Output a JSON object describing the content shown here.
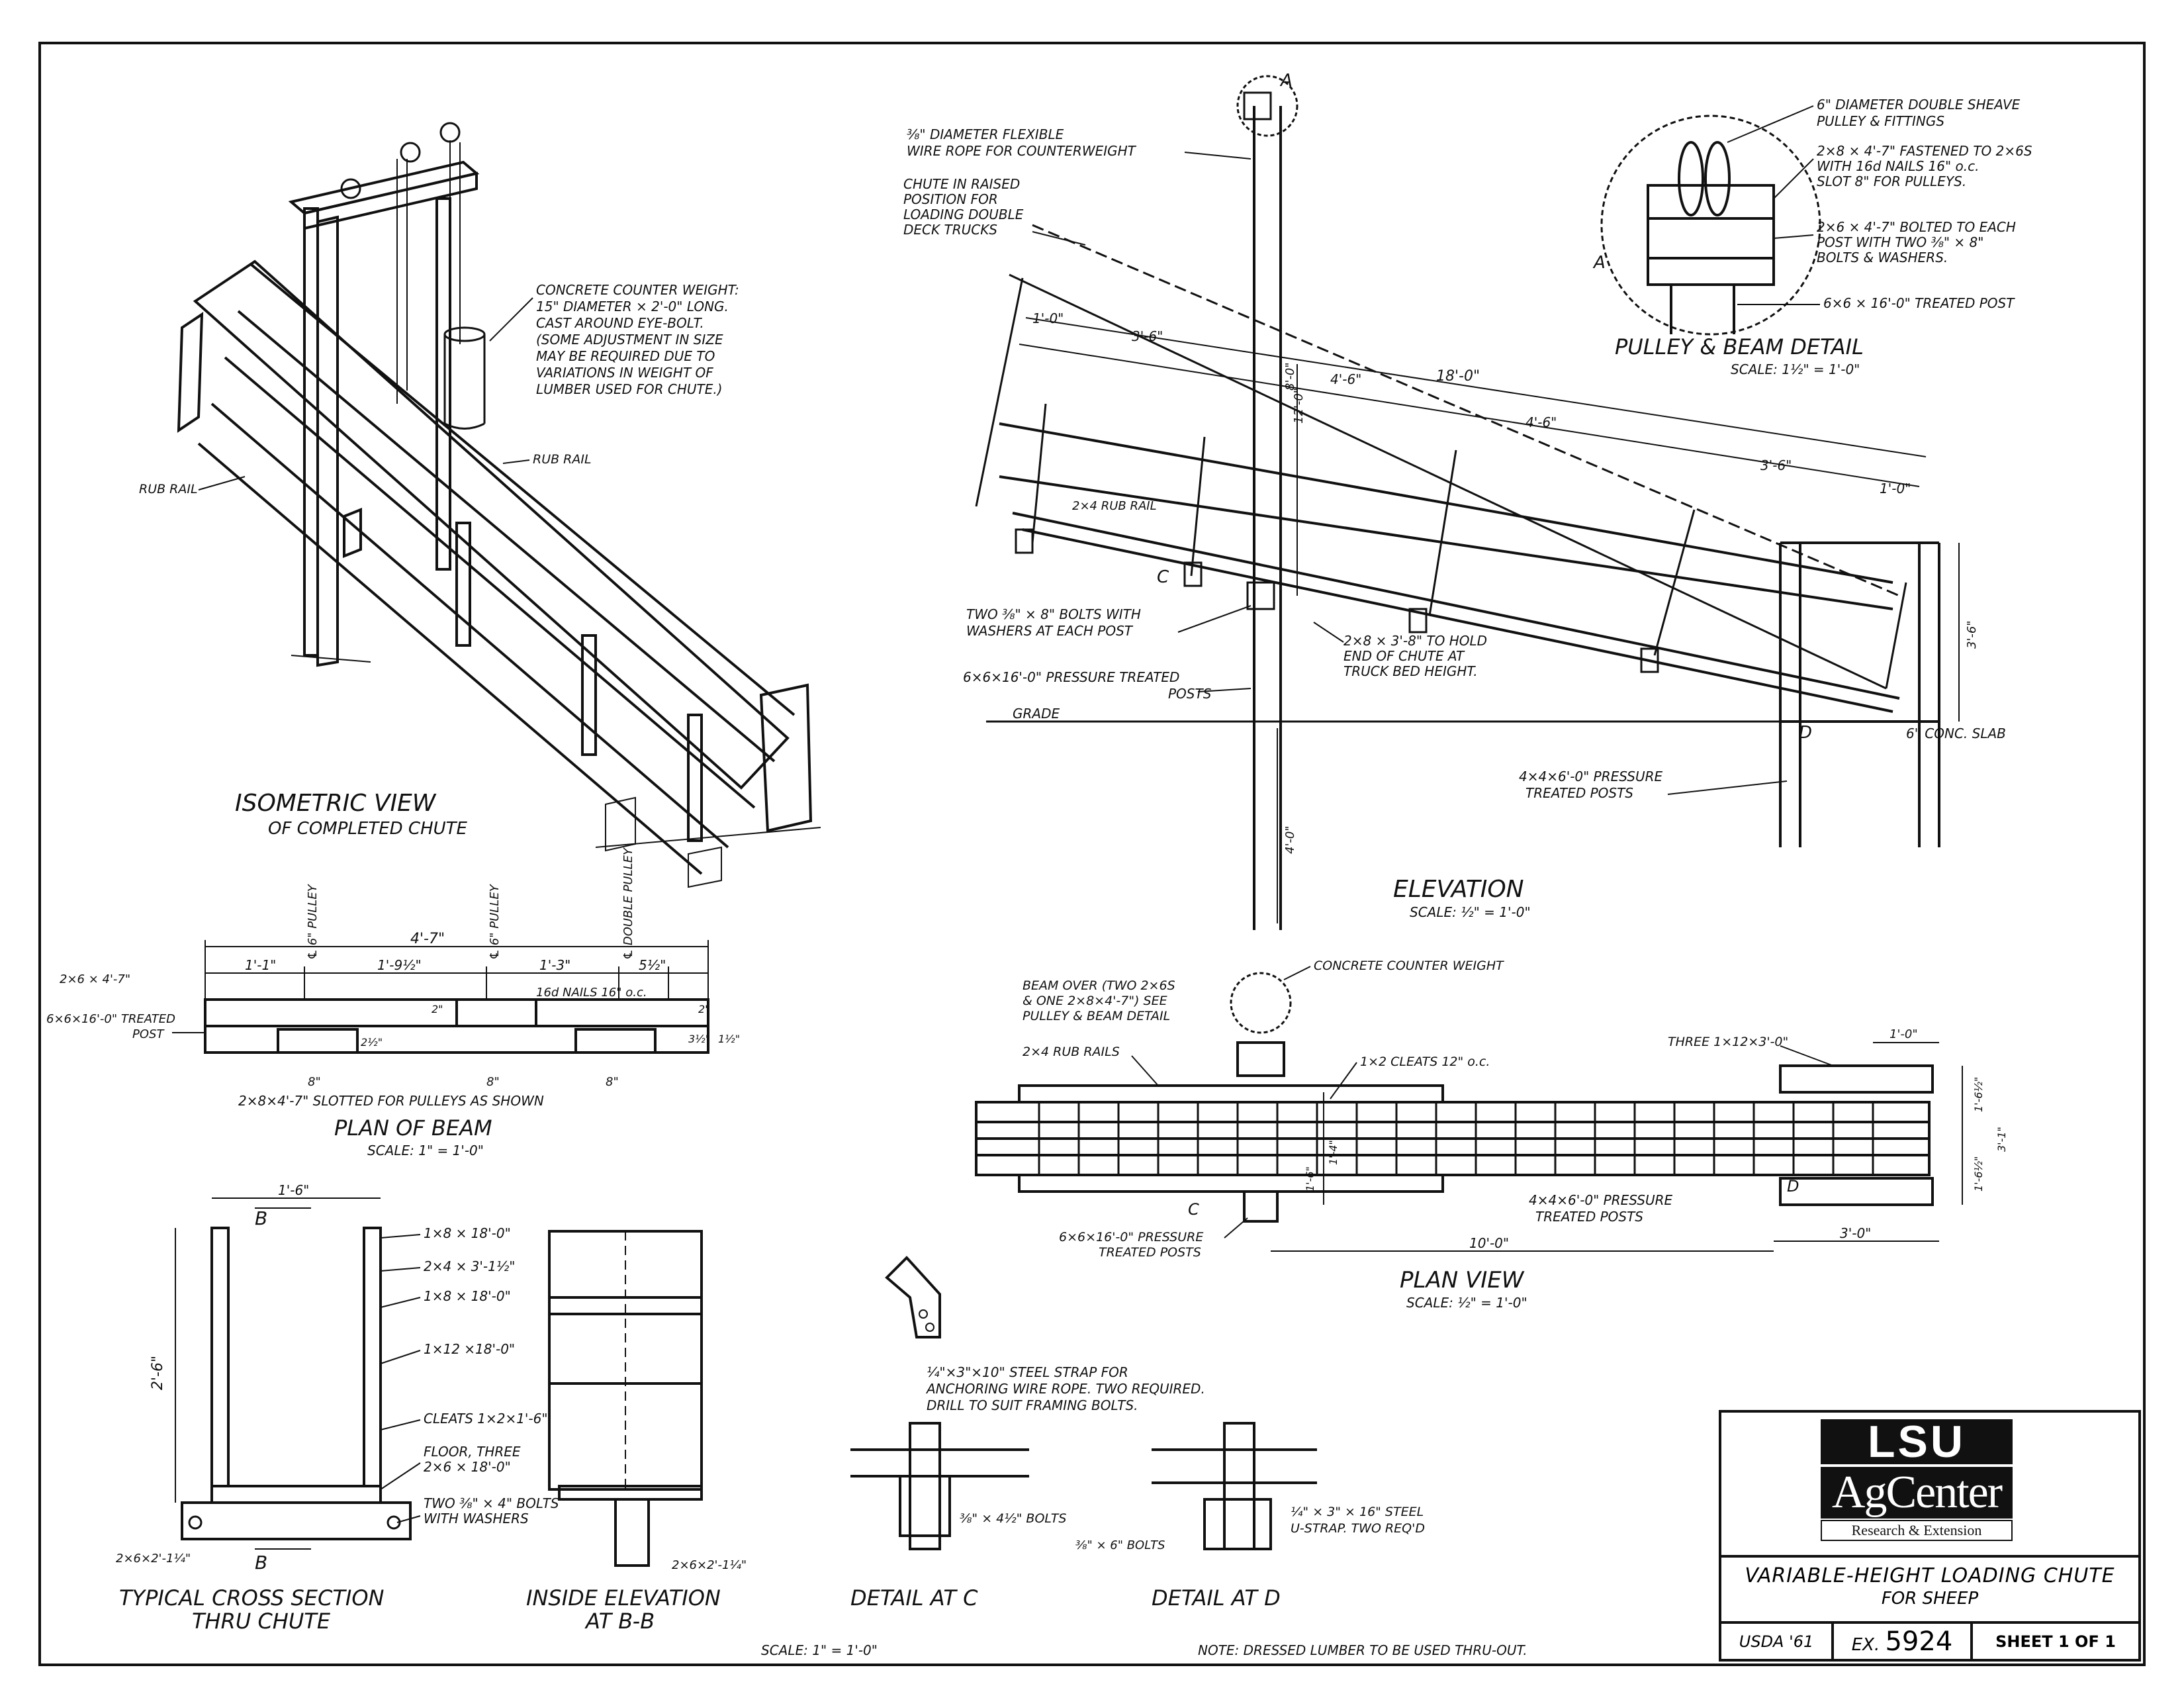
{
  "iso": {
    "title": "ISOMETRIC VIEW",
    "subtitle": "OF COMPLETED CHUTE",
    "note_weight": [
      "CONCRETE COUNTER WEIGHT:",
      "15\" DIAMETER × 2'-0\" LONG.",
      "CAST AROUND EYE-BOLT.",
      "(SOME ADJUSTMENT IN SIZE",
      "MAY BE REQUIRED DUE TO",
      "VARIATIONS IN WEIGHT OF",
      "LUMBER USED FOR CHUTE.)"
    ],
    "rub_rail_left": "RUB RAIL",
    "rub_rail_right": "RUB RAIL"
  },
  "elevation": {
    "title": "ELEVATION",
    "scale": "SCALE: ½\" = 1'-0\"",
    "wire_rope": [
      "⅜\" DIAMETER FLEXIBLE",
      "WIRE ROPE FOR COUNTERWEIGHT"
    ],
    "raised": [
      "CHUTE IN RAISED",
      "POSITION FOR",
      "LOADING DOUBLE",
      "DECK TRUCKS"
    ],
    "rub_rail": "2×4 RUB RAIL",
    "bolts": [
      "TWO ⅜\" × 8\" BOLTS WITH",
      "WASHERS AT EACH POST"
    ],
    "hold": [
      "2×8 × 3'-8\" TO HOLD",
      "END OF CHUTE AT",
      "TRUCK BED HEIGHT."
    ],
    "posts": [
      "6×6×16'-0\" PRESSURE TREATED",
      "POSTS"
    ],
    "grade": "GRADE",
    "slab": "6\" CONC. SLAB",
    "posts44": [
      "4×4×6'-0\" PRESSURE",
      "TREATED POSTS"
    ],
    "dims": {
      "d1": "1'-0\"",
      "d2": "3'-6\"",
      "d3": "4'-6\"",
      "d4": "18'-0\"",
      "d5": "4'-6\"",
      "d6": "3'-6\"",
      "d7": "1'-0\"",
      "d8": "12'-0\"",
      "d9": "3'-6\"",
      "d10": "4'-0\"",
      "d11": "8'-0\""
    },
    "mark_a": "A",
    "mark_c": "C",
    "mark_d": "D"
  },
  "pulley": {
    "title": "PULLEY & BEAM DETAIL",
    "scale": "SCALE: 1½\" = 1'-0\"",
    "n1": [
      "6\" DIAMETER DOUBLE SHEAVE",
      "PULLEY & FITTINGS"
    ],
    "n2": [
      "2×8 × 4'-7\" FASTENED TO 2×6S",
      "WITH 16d NAILS 16\" o.c.",
      "SLOT 8\" FOR PULLEYS."
    ],
    "n3": [
      "2×6 × 4'-7\" BOLTED TO EACH",
      "POST WITH TWO ⅜\" × 8\"",
      "BOLTS & WASHERS."
    ],
    "n4": "6×6 × 16'-0\" TREATED POST",
    "mark_a": "A"
  },
  "beam": {
    "title": "PLAN OF BEAM",
    "scale": "SCALE: 1\" = 1'-0\"",
    "pulley1": "℄ 6\" PULLEY",
    "pulley2": "℄ 6\" PULLEY",
    "pulley3": "℄ DOUBLE PULLEY",
    "overall": "4'-7\"",
    "d1": "1'-1\"",
    "d2": "1'-9½\"",
    "d3": "1'-3\"",
    "d4": "5½\"",
    "nails": "16d NAILS 16\" o.c.",
    "l1": "2×6 × 4'-7\"",
    "l2": [
      "6×6×16'-0\" TREATED",
      "POST"
    ],
    "slotted": "2×8×4'-7\" SLOTTED FOR PULLEYS AS SHOWN",
    "w1": "8\"",
    "w2": "8\"",
    "w3": "8\"",
    "h1": "2\"",
    "h2": "2½\"",
    "h3": "2\"",
    "h4": "3½\"",
    "h5": "1½\""
  },
  "plan": {
    "title": "PLAN VIEW",
    "scale": "SCALE: ½\" = 1'-0\"",
    "beam_note": [
      "BEAM OVER (TWO 2×6S",
      "& ONE 2×8×4'-7\") SEE",
      "PULLEY & BEAM DETAIL"
    ],
    "weight": "CONCRETE COUNTER WEIGHT",
    "rub_rails": "2×4 RUB RAILS",
    "cleats": "1×2 CLEATS 12\" o.c.",
    "three": "THREE 1×12×3'-0\"",
    "posts44": [
      "4×4×6'-0\" PRESSURE",
      "TREATED POSTS"
    ],
    "posts66": [
      "6×6×16'-0\" PRESSURE",
      "TREATED POSTS"
    ],
    "d_ten": "10'-0\"",
    "d_three": "3'-0\"",
    "d_one": "1'-0\"",
    "d_r1": "1'-6½\"",
    "d_r2": "3'-1\"",
    "d_r3": "1'-6½\"",
    "d_l1": "1'-6\"",
    "d_l2": "1'-4\"",
    "mark_c": "C",
    "mark_d": "D"
  },
  "cross": {
    "title": "TYPICAL CROSS SECTION",
    "subtitle": "THRU CHUTE",
    "width": "1'-6\"",
    "height": "2'-6\"",
    "m1": "1×8 × 18'-0\"",
    "m2": "2×4 × 3'-1½\"",
    "m3": "1×8 × 18'-0\"",
    "m4": "1×12 ×18'-0\"",
    "m5": "CLEATS 1×2×1'-6\"",
    "m6": [
      "FLOOR, THREE",
      "2×6 × 18'-0\""
    ],
    "m7": [
      "TWO ⅜\" × 4\" BOLTS",
      "WITH WASHERS"
    ],
    "m8": "2×6×2'-1¼\"",
    "mark_b": "B"
  },
  "inside": {
    "title": "INSIDE ELEVATION",
    "subtitle": "AT B-B",
    "m1": "2×6×2'-1¼\""
  },
  "strap": {
    "note": [
      "¼\"×3\"×10\" STEEL STRAP FOR",
      "ANCHORING WIRE ROPE. TWO REQUIRED.",
      "DRILL TO SUIT FRAMING BOLTS."
    ]
  },
  "detail_c": {
    "title": "DETAIL AT C",
    "bolts": "⅜\" × 4½\" BOLTS"
  },
  "detail_d": {
    "title": "DETAIL AT D",
    "bolts": "⅜\" × 6\" BOLTS",
    "strap": [
      "¼\" × 3\" × 16\" STEEL",
      "U-STRAP. TWO REQ'D"
    ]
  },
  "footer": {
    "scale": "SCALE:  1\" = 1'-0\"",
    "note": "NOTE:  DRESSED LUMBER TO BE USED THRU-OUT."
  },
  "title_block": {
    "logo_top": "LSU",
    "logo_mid": "AgCenter",
    "logo_bottom": "Research & Extension",
    "title1": "VARIABLE-HEIGHT LOADING CHUTE",
    "title2": "FOR SHEEP",
    "usda": "USDA '61",
    "ex_prefix": "EX.",
    "ex_num": "5924",
    "sheet": "SHEET 1 OF 1"
  }
}
